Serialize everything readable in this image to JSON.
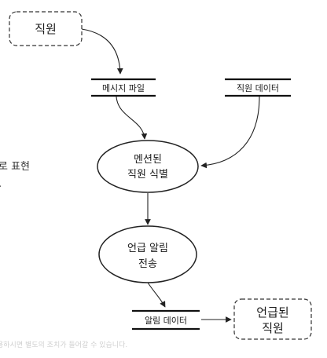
{
  "diagram": {
    "external_entities": {
      "source": "직원",
      "sink_line1": "언급된",
      "sink_line2": "직원"
    },
    "data_stores": {
      "message_file": "메시지 파일",
      "employee_data": "직원 데이터",
      "notification_data": "알림 데이터"
    },
    "processes": {
      "identify_line1": "멘션된",
      "identify_line2": "직원 식별",
      "send_line1": "언급 알림",
      "send_line2": "전송"
    }
  },
  "side_text": {
    "line1": "로 표현",
    "line2": "."
  },
  "watermark": "용하시면 별도의 조치가 들어갈 수 있습니다."
}
